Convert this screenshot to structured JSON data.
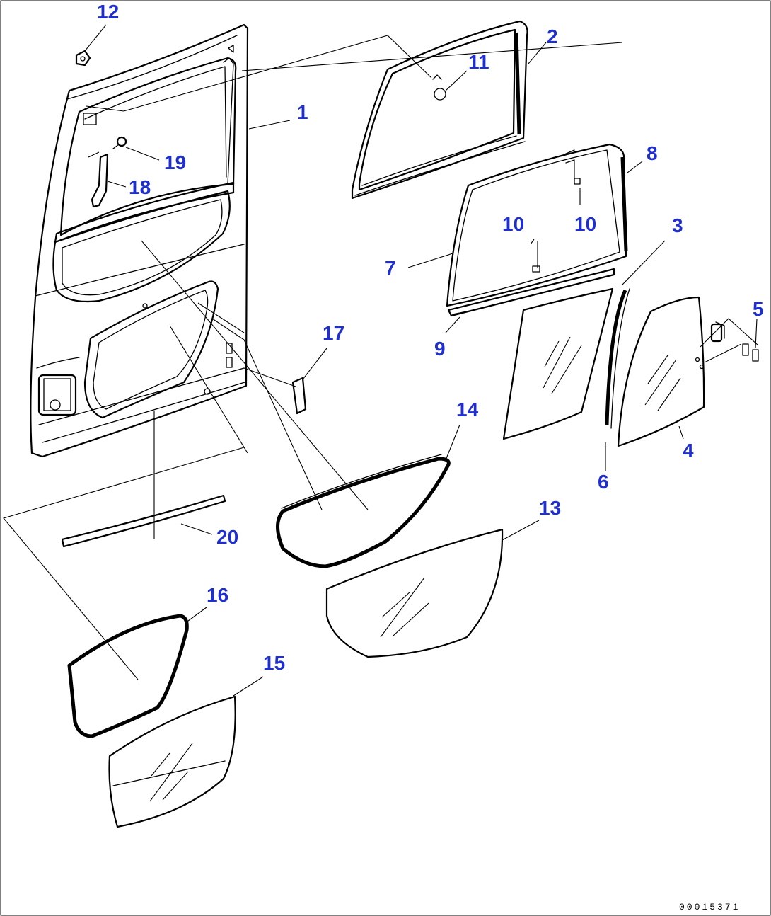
{
  "callouts": {
    "c1": "1",
    "c2": "2",
    "c3": "3",
    "c4": "4",
    "c5": "5",
    "c6": "6",
    "c7": "7",
    "c8": "8",
    "c9": "9",
    "c10a": "10",
    "c10b": "10",
    "c11": "11",
    "c12": "12",
    "c13": "13",
    "c14": "14",
    "c15": "15",
    "c16": "16",
    "c17": "17",
    "c18": "18",
    "c19": "19",
    "c20": "20"
  },
  "drawing_id": "00015371",
  "colors": {
    "callout": "#1f2fcf",
    "line": "#000000",
    "background": "#ffffff"
  }
}
